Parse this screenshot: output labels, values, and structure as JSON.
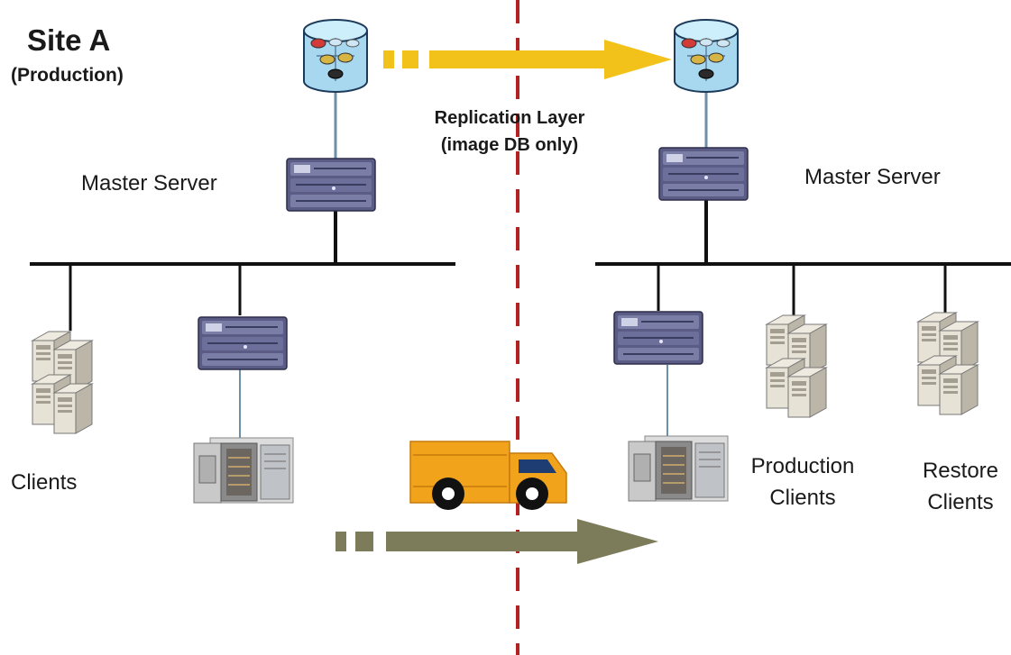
{
  "site_a": {
    "title": "Site A",
    "subtitle": "(Production)"
  },
  "replication": {
    "line1": "Replication Layer",
    "line2": "(image DB only)"
  },
  "left": {
    "master_label": "Master Server",
    "clients_label": "Clients"
  },
  "right": {
    "master_label": "Master Server",
    "production_clients": {
      "line1": "Production",
      "line2": "Clients"
    },
    "restore_clients": {
      "line1": "Restore",
      "line2": "Clients"
    }
  },
  "colors": {
    "divider": "#b22222",
    "replication_arrow": "#f3c21a",
    "transport_arrow": "#7c7c5a",
    "truck": "#f2a31c",
    "network_line": "#111111",
    "link_line": "#6e8fa8",
    "server_body": "#5a5c86",
    "database": "#a7d8ef"
  },
  "icons": {
    "database": "database-icon",
    "server": "rack-server-icon",
    "clients": "tower-clients-icon",
    "tape_library": "tape-library-icon",
    "truck": "truck-icon"
  }
}
